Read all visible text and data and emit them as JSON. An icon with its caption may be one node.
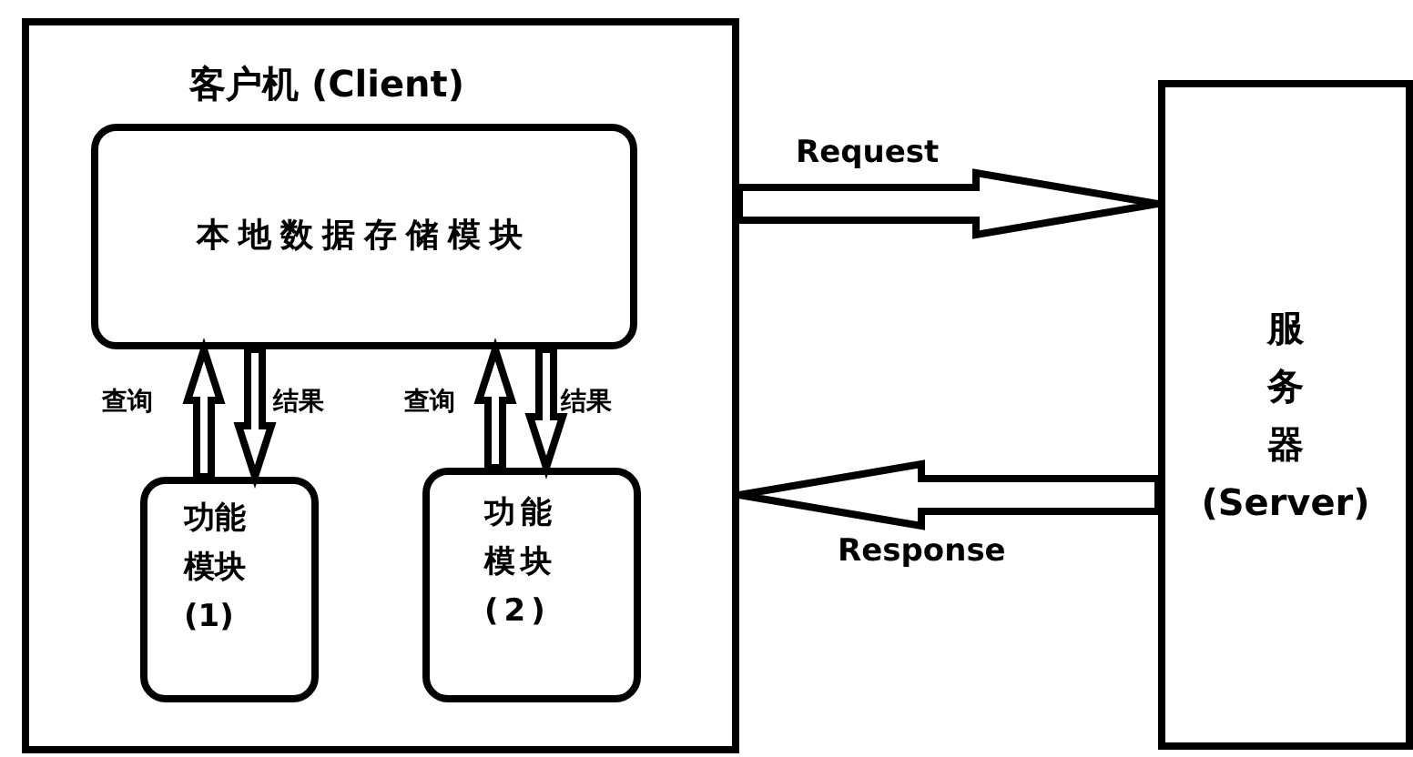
{
  "diagram": {
    "nodes": [
      {
        "text": [
          "客户机 (Client)"
        ]
      },
      {
        "text": [
          "本地数据存储模块"
        ],
        "in": 0
      },
      {
        "text": [
          "功能模块 (1)"
        ],
        "in": 0
      },
      {
        "text": [
          "功能模块 (2)"
        ],
        "in": 0
      },
      {
        "text": [
          "服务器 (Server)"
        ]
      }
    ],
    "edges": [
      {
        "from": 2,
        "to": 1,
        "arrow": "to",
        "label": "查询"
      },
      {
        "from": 1,
        "to": 2,
        "arrow": "to",
        "label": "结果"
      },
      {
        "from": 3,
        "to": 1,
        "arrow": "to",
        "label": "查询"
      },
      {
        "from": 1,
        "to": 3,
        "arrow": "to",
        "label": "结果"
      },
      {
        "from": 0,
        "to": 4,
        "arrow": "to",
        "label": "Request"
      },
      {
        "from": 4,
        "to": 0,
        "arrow": "to",
        "label": "Response"
      }
    ]
  }
}
